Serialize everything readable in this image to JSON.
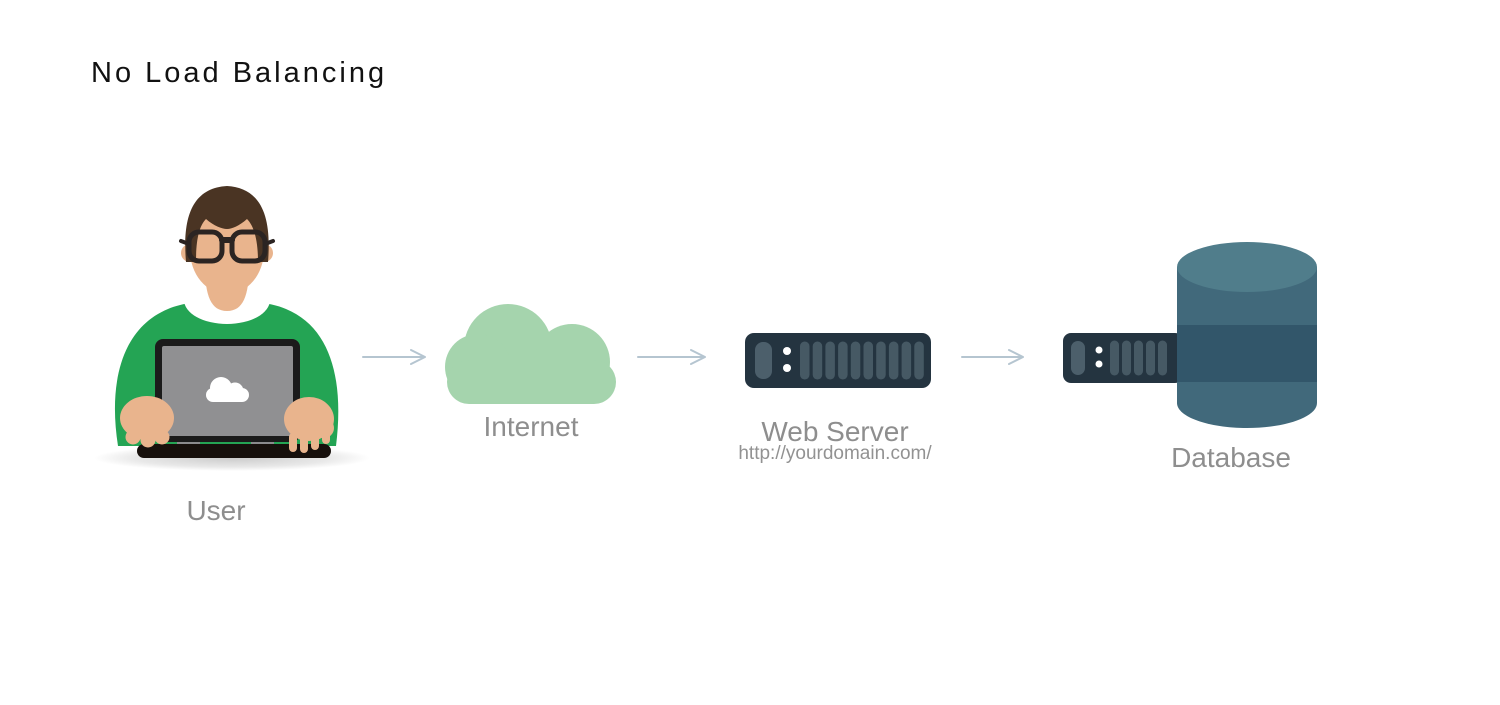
{
  "title": "No Load Balancing",
  "nodes": {
    "user": {
      "label": "User",
      "icon": "person-at-laptop-icon"
    },
    "internet": {
      "label": "Internet",
      "icon": "cloud-icon"
    },
    "web_server": {
      "label": "Web Server",
      "url": "http://yourdomain.com/",
      "icon": "server-rack-icon"
    },
    "database": {
      "label": "Database",
      "icon": "database-cylinder-icon"
    }
  },
  "colors": {
    "background": "#ffffff",
    "title_text": "#111111",
    "label_text": "#8e8e8e",
    "arrow": "#b5c5d0",
    "cloud_green": "#a5d4ad",
    "server_body": "#243440",
    "server_slot": "#465964",
    "server_bar": "#4c5f6b",
    "server_dot": "#ffffff",
    "db_top": "#507d8b",
    "db_body": "#41697b",
    "db_band": "#32566a",
    "sweater_green": "#24a454",
    "skin": "#e9b48d",
    "hair": "#4a3423",
    "glasses": "#2b2422",
    "collar": "#ffffff",
    "laptop_screen": "#909092",
    "laptop_frame": "#1b1b1b",
    "laptop_base": "#17100c",
    "logo_cloud": "#ffffff"
  }
}
